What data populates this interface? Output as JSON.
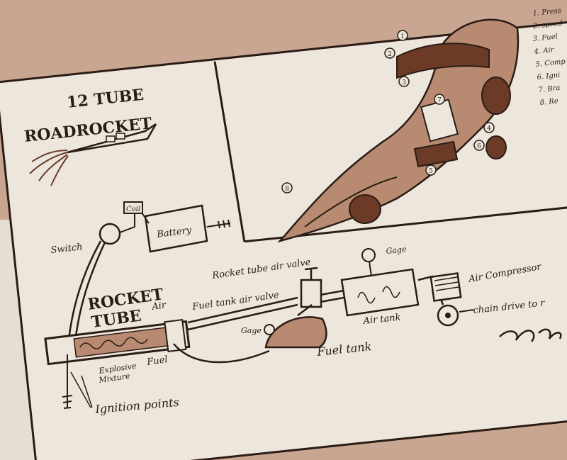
{
  "colors": {
    "background": "#c9a692",
    "paper": "#ece6dc",
    "ink": "#2a1c14",
    "shade": "#6b3b28"
  },
  "diagram": {
    "title_line1": "12 TUBE",
    "title_line2": "ROADROCKET",
    "labels": {
      "switch": "Switch",
      "coil": "Coil",
      "battery": "Battery",
      "rocket_tube_1": "ROCKET",
      "rocket_tube_2": "TUBE",
      "air_top": "Air",
      "explosive_1": "Explosive",
      "explosive_2": "Mixture",
      "fuel": "Fuel",
      "ignition_points": "Ignition points",
      "rocket_tube_air_valve": "Rocket tube air valve",
      "fuel_tank_air_valve": "Fuel tank air valve",
      "gage_top": "Gage",
      "gage_left": "Gage",
      "fuel_tank": "Fuel tank",
      "air_tank": "Air tank",
      "air_compressor": "Air Compressor",
      "chain_drive": "chain drive to r"
    },
    "legend": [
      "1. Press",
      "2. speed",
      "3. Fuel",
      "4. Air",
      "5. Comp",
      "6. Igni",
      "7. Bra",
      "8. Re"
    ],
    "callouts": [
      "1",
      "2",
      "3",
      "4",
      "5",
      "6",
      "7",
      "8"
    ]
  }
}
